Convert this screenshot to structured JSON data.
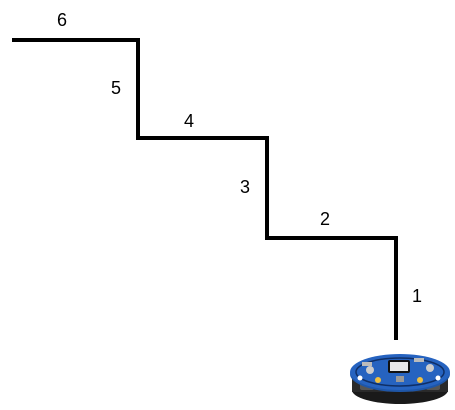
{
  "segments": [
    {
      "label": "1"
    },
    {
      "label": "2"
    },
    {
      "label": "3"
    },
    {
      "label": "4"
    },
    {
      "label": "5"
    },
    {
      "label": "6"
    }
  ],
  "colors": {
    "path": "#000000",
    "robot_board": "#1e56a8",
    "robot_board_dark": "#0f2f66",
    "robot_chassis": "#2a2a2a",
    "robot_screen": "#e8e8e8"
  },
  "icons": {
    "robot": "robot-icon"
  }
}
